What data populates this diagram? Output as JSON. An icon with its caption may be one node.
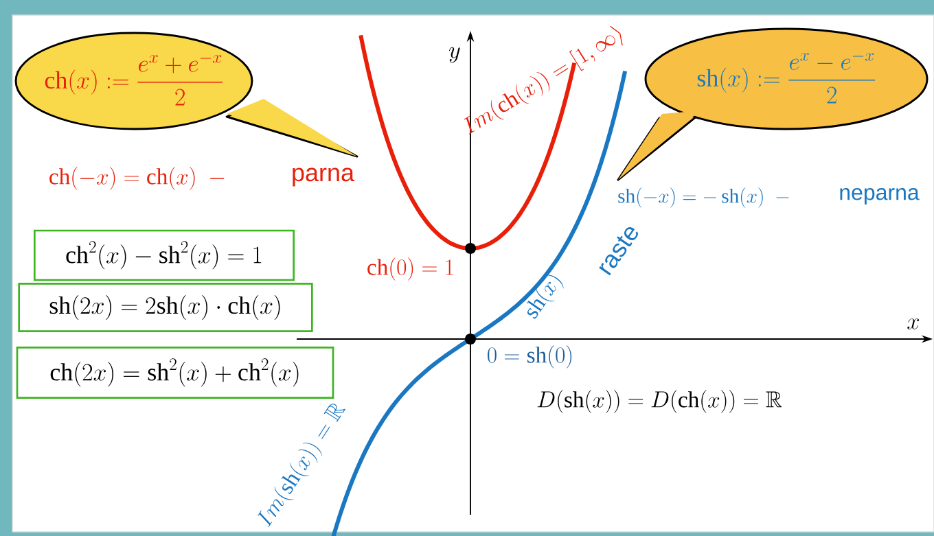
{
  "diagram": {
    "nodes": [
      {
        "text": [
          "\\mathrm{ch}(x) := \\frac{e^x+e^{-x}}{2}"
        ]
      },
      {
        "text": [
          "\\mathrm{sh}(x) := \\frac{e^x-e^{-x}}{2}"
        ]
      },
      {
        "text": [
          "\\mathrm{ch}^2(x)-\\mathrm{sh}^2(x)=1"
        ]
      },
      {
        "text": [
          "\\mathrm{sh}(2x)=2\\mathrm{sh}(x)\\cdot\\mathrm{ch}(x)"
        ]
      },
      {
        "text": [
          "\\mathrm{ch}(2x)=\\mathrm{sh}^2(x)+\\mathrm{ch}^2(x)"
        ]
      }
    ],
    "labels": [
      "y",
      "Im(\\mathrm{ch}(x))=[1,\\infty\\rangle",
      "\\mathrm{ch}(-x)=\\mathrm{ch}(x)\\ \\ -",
      "parna",
      "\\mathrm{sh}(-x)=-\\,\\mathrm{sh}(x)\\ \\ -",
      "neparna",
      "\\mathrm{ch}(0)=1",
      "\\mathrm{sh}(x)",
      "raste",
      "x",
      "0=\\mathrm{sh}(0)",
      "Im(\\mathrm{sh}(x))=\\mathbb{R}",
      "D(\\mathrm{sh}(x))=D(\\mathrm{ch}(x))=\\mathbb{R}"
    ]
  }
}
